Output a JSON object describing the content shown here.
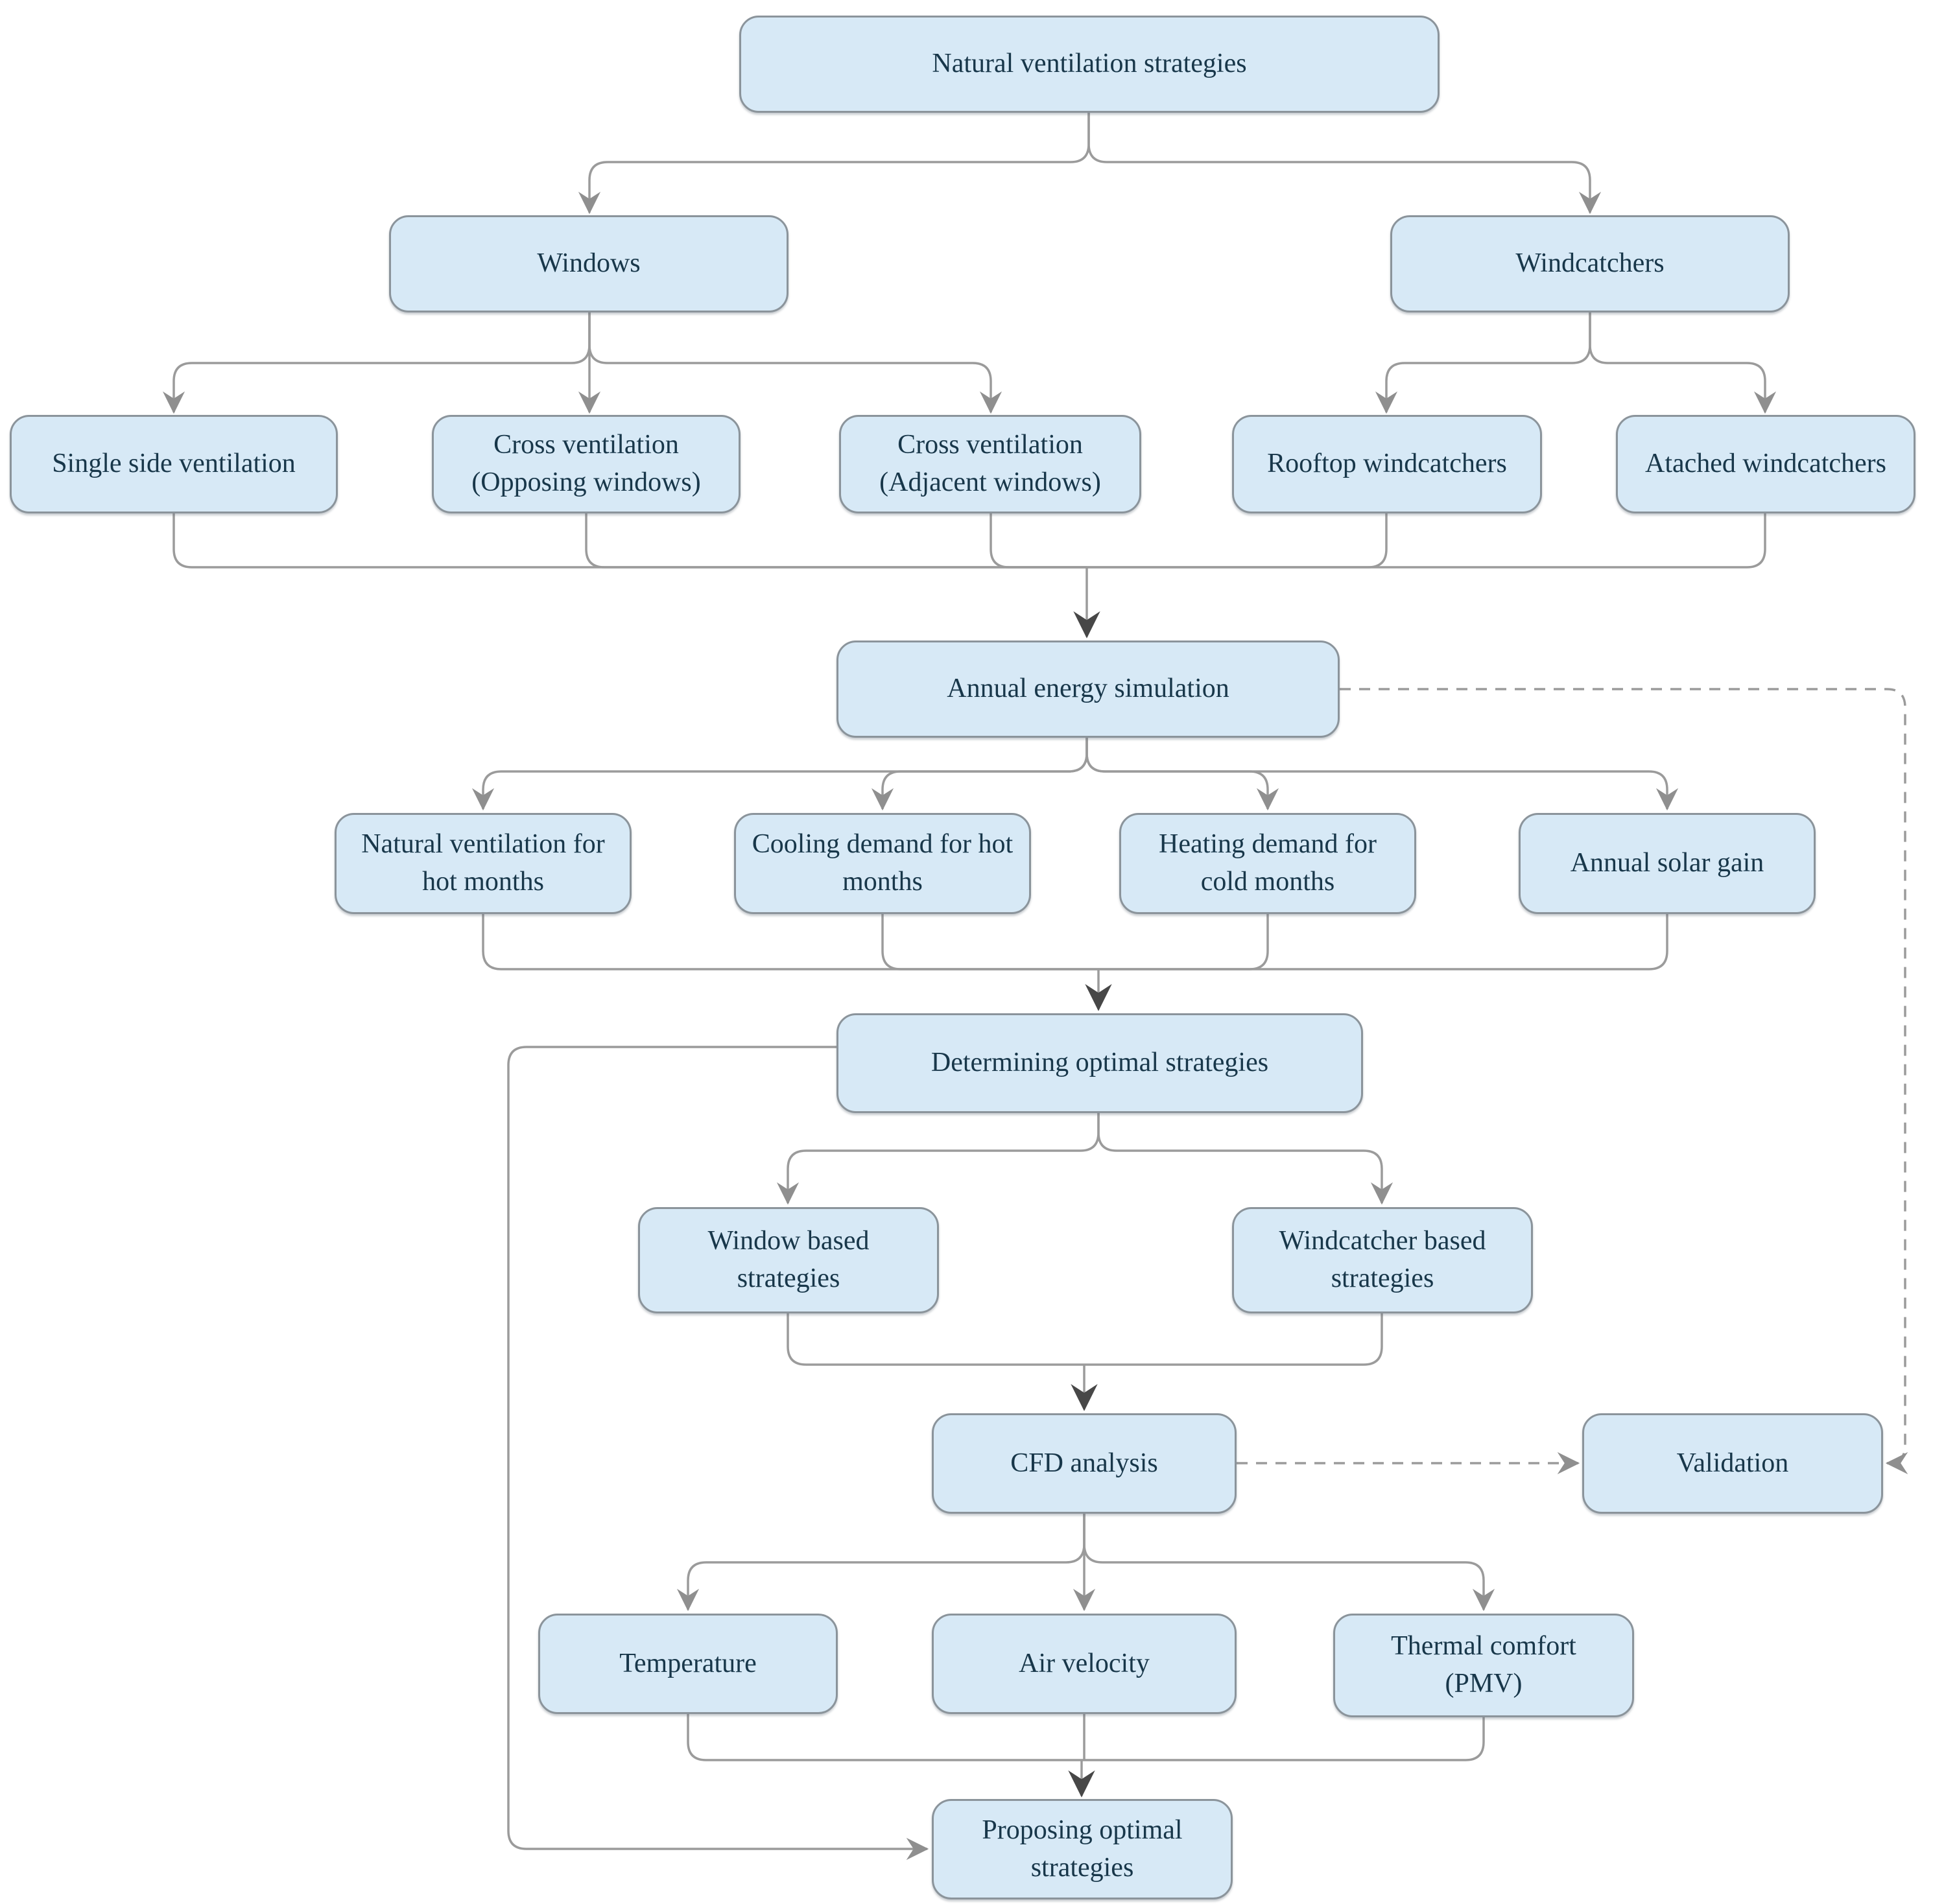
{
  "diagram": {
    "type": "flowchart",
    "background": "#ffffff"
  },
  "colors": {
    "node_fill": "#d7e9f6",
    "node_border": "#8b949b",
    "node_text": "#18374a",
    "connector": "#9b9b9b",
    "arrow_gray": "#8f8f8f",
    "arrow_dark": "#474747"
  },
  "nodes": {
    "root": {
      "label": "Natural ventilation strategies"
    },
    "windows": {
      "label": "Windows"
    },
    "windcatchers": {
      "label": "Windcatchers"
    },
    "single_side": {
      "label": "Single side ventilation"
    },
    "cross_opposing": {
      "label": "Cross ventilation\n(Opposing windows)"
    },
    "cross_adjacent": {
      "label": "Cross ventilation\n(Adjacent windows)"
    },
    "rooftop": {
      "label": "Rooftop windcatchers"
    },
    "atached": {
      "label": "Atached windcatchers"
    },
    "annual_energy": {
      "label": "Annual energy simulation"
    },
    "nat_vent_hot": {
      "label": "Natural ventilation for\nhot months"
    },
    "cooling_hot": {
      "label": "Cooling demand for hot\nmonths"
    },
    "heating_cold": {
      "label": "Heating demand for\ncold months"
    },
    "solar_gain": {
      "label": "Annual solar gain"
    },
    "determining": {
      "label": "Determining optimal strategies"
    },
    "window_based": {
      "label": "Window based\nstrategies"
    },
    "windcatcher_based": {
      "label": "Windcatcher based\nstrategies"
    },
    "cfd": {
      "label": "CFD analysis"
    },
    "validation": {
      "label": "Validation"
    },
    "temperature": {
      "label": "Temperature"
    },
    "air_velocity": {
      "label": "Air velocity"
    },
    "thermal_comfort": {
      "label": "Thermal comfort\n(PMV)"
    },
    "proposing": {
      "label": "Proposing optimal\nstrategies"
    }
  },
  "edges": [
    {
      "from": "root",
      "to": "windows",
      "style": "solid"
    },
    {
      "from": "root",
      "to": "windcatchers",
      "style": "solid"
    },
    {
      "from": "windows",
      "to": "single_side",
      "style": "solid"
    },
    {
      "from": "windows",
      "to": "cross_opposing",
      "style": "solid"
    },
    {
      "from": "windows",
      "to": "cross_adjacent",
      "style": "solid"
    },
    {
      "from": "windcatchers",
      "to": "rooftop",
      "style": "solid"
    },
    {
      "from": "windcatchers",
      "to": "atached",
      "style": "solid"
    },
    {
      "from": "single_side",
      "to": "annual_energy",
      "style": "solid"
    },
    {
      "from": "cross_opposing",
      "to": "annual_energy",
      "style": "solid"
    },
    {
      "from": "cross_adjacent",
      "to": "annual_energy",
      "style": "solid"
    },
    {
      "from": "rooftop",
      "to": "annual_energy",
      "style": "solid"
    },
    {
      "from": "atached",
      "to": "annual_energy",
      "style": "solid"
    },
    {
      "from": "annual_energy",
      "to": "nat_vent_hot",
      "style": "solid"
    },
    {
      "from": "annual_energy",
      "to": "cooling_hot",
      "style": "solid"
    },
    {
      "from": "annual_energy",
      "to": "heating_cold",
      "style": "solid"
    },
    {
      "from": "annual_energy",
      "to": "solar_gain",
      "style": "solid"
    },
    {
      "from": "nat_vent_hot",
      "to": "determining",
      "style": "solid"
    },
    {
      "from": "cooling_hot",
      "to": "determining",
      "style": "solid"
    },
    {
      "from": "heating_cold",
      "to": "determining",
      "style": "solid"
    },
    {
      "from": "solar_gain",
      "to": "determining",
      "style": "solid"
    },
    {
      "from": "determining",
      "to": "window_based",
      "style": "solid"
    },
    {
      "from": "determining",
      "to": "windcatcher_based",
      "style": "solid"
    },
    {
      "from": "window_based",
      "to": "cfd",
      "style": "solid"
    },
    {
      "from": "windcatcher_based",
      "to": "cfd",
      "style": "solid"
    },
    {
      "from": "cfd",
      "to": "temperature",
      "style": "solid"
    },
    {
      "from": "cfd",
      "to": "air_velocity",
      "style": "solid"
    },
    {
      "from": "cfd",
      "to": "thermal_comfort",
      "style": "solid"
    },
    {
      "from": "temperature",
      "to": "proposing",
      "style": "solid"
    },
    {
      "from": "air_velocity",
      "to": "proposing",
      "style": "solid"
    },
    {
      "from": "thermal_comfort",
      "to": "proposing",
      "style": "solid"
    },
    {
      "from": "determining",
      "to": "proposing",
      "style": "solid"
    },
    {
      "from": "annual_energy",
      "to": "validation",
      "style": "dashed"
    },
    {
      "from": "cfd",
      "to": "validation",
      "style": "dashed"
    }
  ]
}
